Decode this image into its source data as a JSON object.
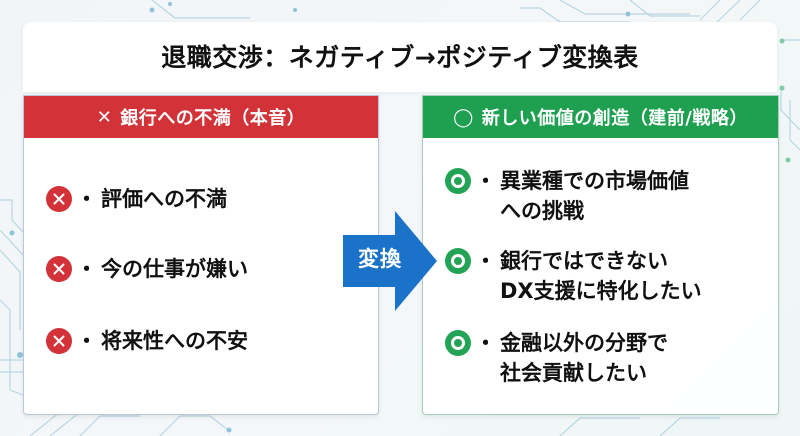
{
  "title": "退職交渉：ネガティブ→ポジティブ変換表",
  "colors": {
    "negative": "#d23338",
    "positive": "#1fa050",
    "arrow": "#1a73c9",
    "background": "#f2f5f8"
  },
  "left_panel": {
    "icon": "cross-icon",
    "header_icon_glyph": "✕",
    "header": "銀行への不満（本音）",
    "items": [
      {
        "icon": "x-circle-icon",
        "bullet": "・",
        "text": "評価への不満"
      },
      {
        "icon": "x-circle-icon",
        "bullet": "・",
        "text": "今の仕事が嫌い"
      },
      {
        "icon": "x-circle-icon",
        "bullet": "・",
        "text": "将来性への不安"
      }
    ]
  },
  "arrow": {
    "icon": "right-arrow-icon",
    "label": "変換"
  },
  "right_panel": {
    "icon": "circle-icon",
    "header_icon_glyph": "◯",
    "header": "新しい価値の創造（建前/戦略）",
    "items": [
      {
        "icon": "double-circle-icon",
        "bullet": "・",
        "text": "異業種での市場価値\nへの挑戦"
      },
      {
        "icon": "double-circle-icon",
        "bullet": "・",
        "text": "銀行ではできない\nDX支援に特化したい"
      },
      {
        "icon": "double-circle-icon",
        "bullet": "・",
        "text": "金融以外の分野で\n社会貢献したい"
      }
    ]
  }
}
